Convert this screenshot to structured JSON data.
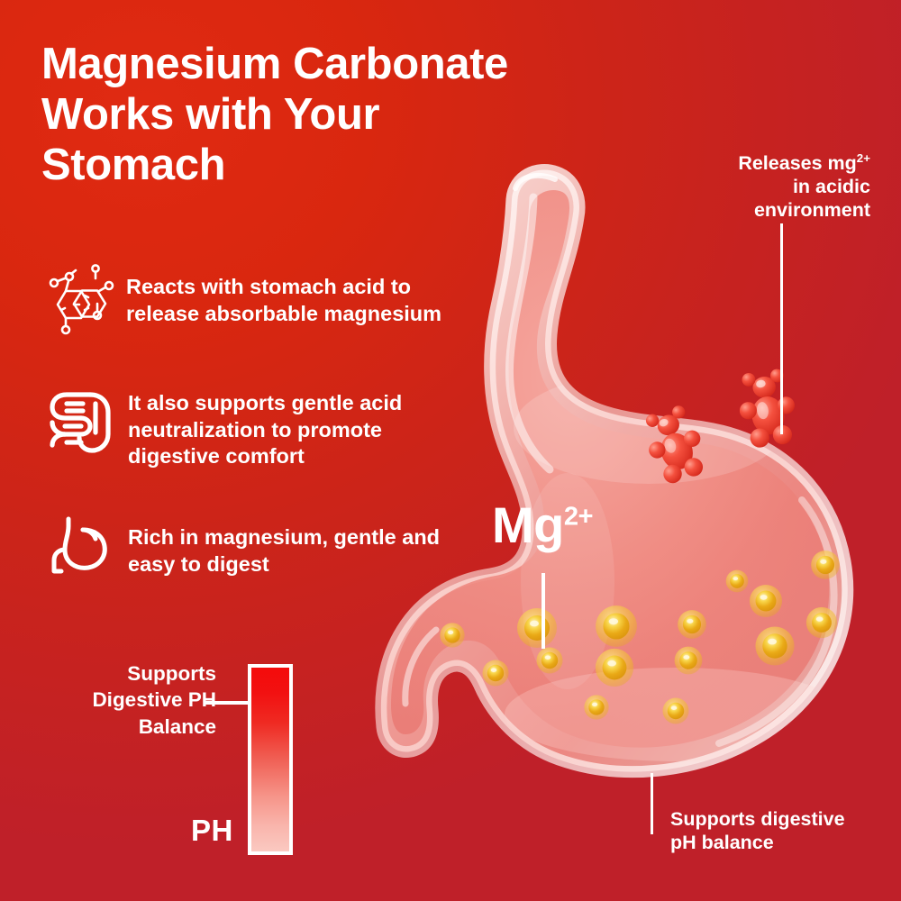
{
  "theme": {
    "bg_red_light": "#e02a12",
    "bg_red_dark": "#bf2029",
    "text_white": "#ffffff",
    "bubble_gold": "#e8a91a",
    "gummy_red": "#e8382c",
    "ph_top": "#f40b0b",
    "ph_bottom": "#fbc9c1"
  },
  "header": {
    "title_line_1": "Magnesium Carbonate",
    "title_line_2": "Works with Your",
    "title_line_3": "Stomach"
  },
  "benefits": [
    {
      "icon": "molecule-icon",
      "text": "Reacts with stomach acid to release absorbable magnesium"
    },
    {
      "icon": "intestine-icon",
      "text": "It also supports gentle acid neutralization to promote digestive comfort"
    },
    {
      "icon": "stomach-outline-icon",
      "text": "Rich in magnesium, gentle and easy to digest"
    }
  ],
  "ph_scale": {
    "label_line_1": "Supports",
    "label_line_2": "Digestive PH",
    "label_line_3": "Balance",
    "caption": "PH",
    "gradient_top": "#f40b0b",
    "gradient_bottom": "#fbc9c1"
  },
  "callouts": {
    "top": {
      "line_1_prefix": "Releases mg",
      "line_1_sup": "2+",
      "line_2": "in acidic",
      "line_3": "environment"
    },
    "bottom": {
      "line_1": "Supports digestive",
      "line_2": "pH balance"
    }
  },
  "diagram": {
    "mg_symbol": "Mg",
    "mg_charge": "2+",
    "illustration_name": "translucent-stomach-with-gummy-bears-and-magnesium-droplets",
    "gummy_bear_count": 2,
    "droplet_count": 18
  }
}
